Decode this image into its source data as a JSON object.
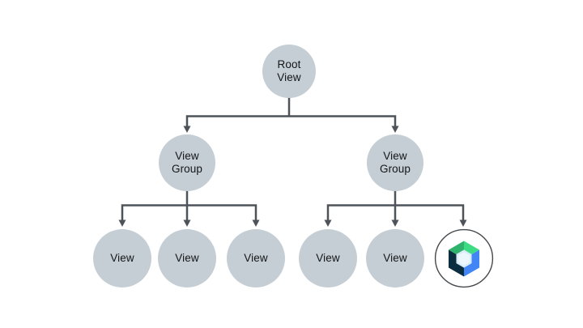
{
  "diagram": {
    "type": "tree",
    "description": "View hierarchy tree",
    "nodes": {
      "root": {
        "line1": "Root",
        "line2": "View"
      },
      "group_left": {
        "line1": "View",
        "line2": "Group"
      },
      "group_right": {
        "line1": "View",
        "line2": "Group"
      },
      "view_left_1": {
        "label": "View"
      },
      "view_left_2": {
        "label": "View"
      },
      "view_left_3": {
        "label": "View"
      },
      "view_right_1": {
        "label": "View"
      },
      "view_right_2": {
        "label": "View"
      },
      "compose_node": {
        "icon": "jetpack-compose-logo"
      }
    },
    "edges": [
      {
        "from": "root",
        "to": "group_left"
      },
      {
        "from": "root",
        "to": "group_right"
      },
      {
        "from": "group_left",
        "to": "view_left_1"
      },
      {
        "from": "group_left",
        "to": "view_left_2"
      },
      {
        "from": "group_left",
        "to": "view_left_3"
      },
      {
        "from": "group_right",
        "to": "view_right_1"
      },
      {
        "from": "group_right",
        "to": "view_right_2"
      },
      {
        "from": "group_right",
        "to": "compose_node"
      }
    ],
    "colors": {
      "background": "#ffffff",
      "node_fill": "#c5ced4",
      "node_text": "#141618",
      "connector": "#4d5359",
      "logo_ring": "#45494d",
      "logo_circle_fill": "#ffffff",
      "logo_green_dark": "#2fb36c",
      "logo_green_light": "#3ddc84",
      "logo_navy": "#0a2d3f",
      "logo_blue": "#4285f4",
      "logo_inner": "#d9ecf9",
      "logo_inner_core": "#ecf6fd"
    }
  }
}
